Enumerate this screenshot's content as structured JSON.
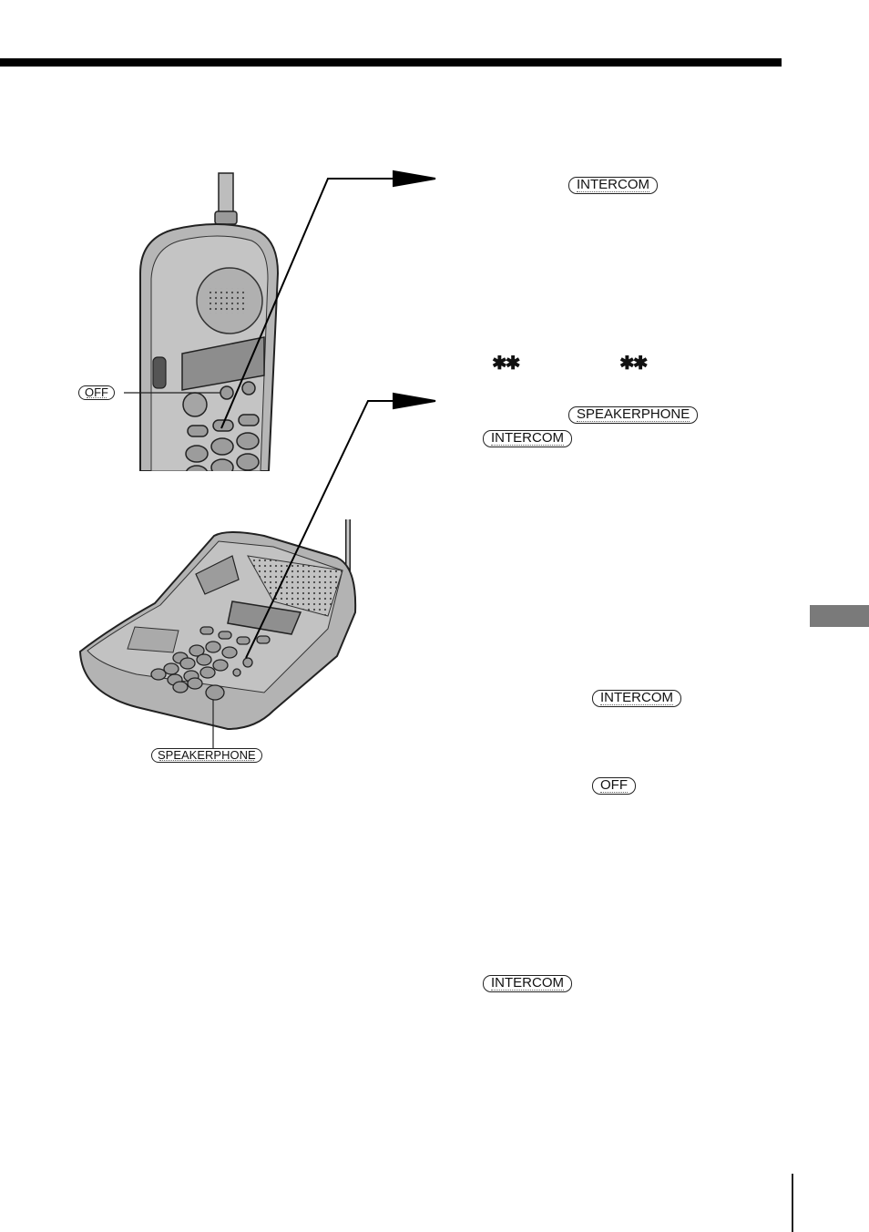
{
  "keys": {
    "intercom_1": "INTERCOM",
    "speakerphone_1": "SPEAKERPHONE",
    "intercom_2": "INTERCOM",
    "intercom_3": "INTERCOM",
    "off_1": "OFF",
    "intercom_4": "INTERCOM"
  },
  "display": {
    "star_left": "✱✱",
    "star_right": "✱✱"
  },
  "figure": {
    "off_label": "OFF",
    "speakerphone_label": "SPEAKERPHONE"
  }
}
